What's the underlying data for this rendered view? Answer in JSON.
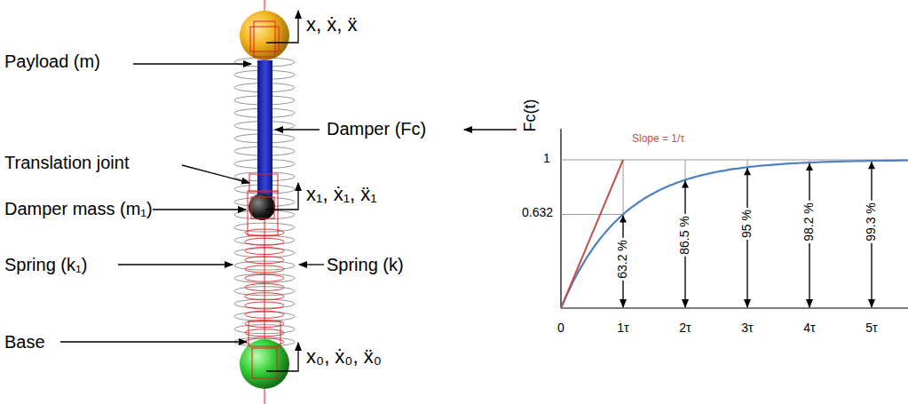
{
  "diagram": {
    "labels": [
      "Payload (m)",
      "x, ẋ, ẍ",
      "Translation joint",
      "Damper (Fc)",
      "Damper mass (m₁)",
      "x₁, ẋ₁, ẍ₁",
      "Spring (k₁)",
      "Spring (k)",
      "Base",
      "x₀, ẋ₀, ẍ₀",
      "Fc(t)",
      "Slope = 1/τ",
      "1",
      "0.632",
      "63.2 %",
      "86.5 %",
      "95 %",
      "98.2 %",
      "99.3 %",
      "0",
      "1τ",
      "2τ",
      "3τ",
      "4τ",
      "5τ"
    ]
  }
}
